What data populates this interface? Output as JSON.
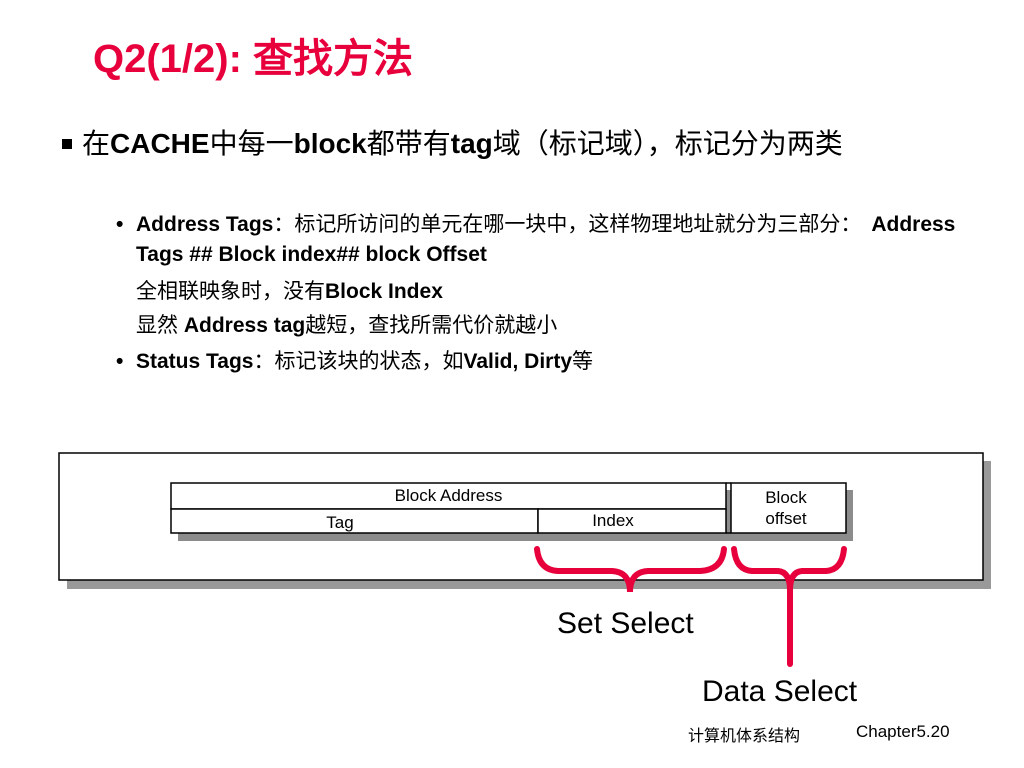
{
  "slide": {
    "title": "Q2(1/2): 查找方法",
    "main_bullet": {
      "p1": "在",
      "b1": "CACHE",
      "p2": "中每一",
      "b2": "block",
      "p3": "都带有",
      "b3": "tag",
      "p4": "域（标记域），标记分为两类"
    },
    "address_tags": {
      "label": "Address Tags",
      "text1": "：标记所访问的单元在哪一块中，这样物理地址就分为三部分：",
      "formula": "Address Tags ## Block index## block Offset"
    },
    "fully_assoc": {
      "p1": "全相联映象时，没有",
      "b1": "Block Index"
    },
    "obviously": {
      "p1": "显然 ",
      "b1": "Address tag",
      "p2": "越短，查找所需代价就越小"
    },
    "status_tags": {
      "label": "Status Tags",
      "p1": "：标记该块的状态，如",
      "b1": "Valid, Dirty",
      "p2": "等"
    }
  },
  "diagram": {
    "block_address": "Block Address",
    "block_offset_line1": "Block",
    "block_offset_line2": "offset",
    "tag": "Tag",
    "index": "Index",
    "set_select": "Set Select",
    "data_select": "Data Select",
    "accent_color": "#e8003c"
  },
  "footer": {
    "course": "计算机体系结构",
    "page": "Chapter5.20"
  }
}
